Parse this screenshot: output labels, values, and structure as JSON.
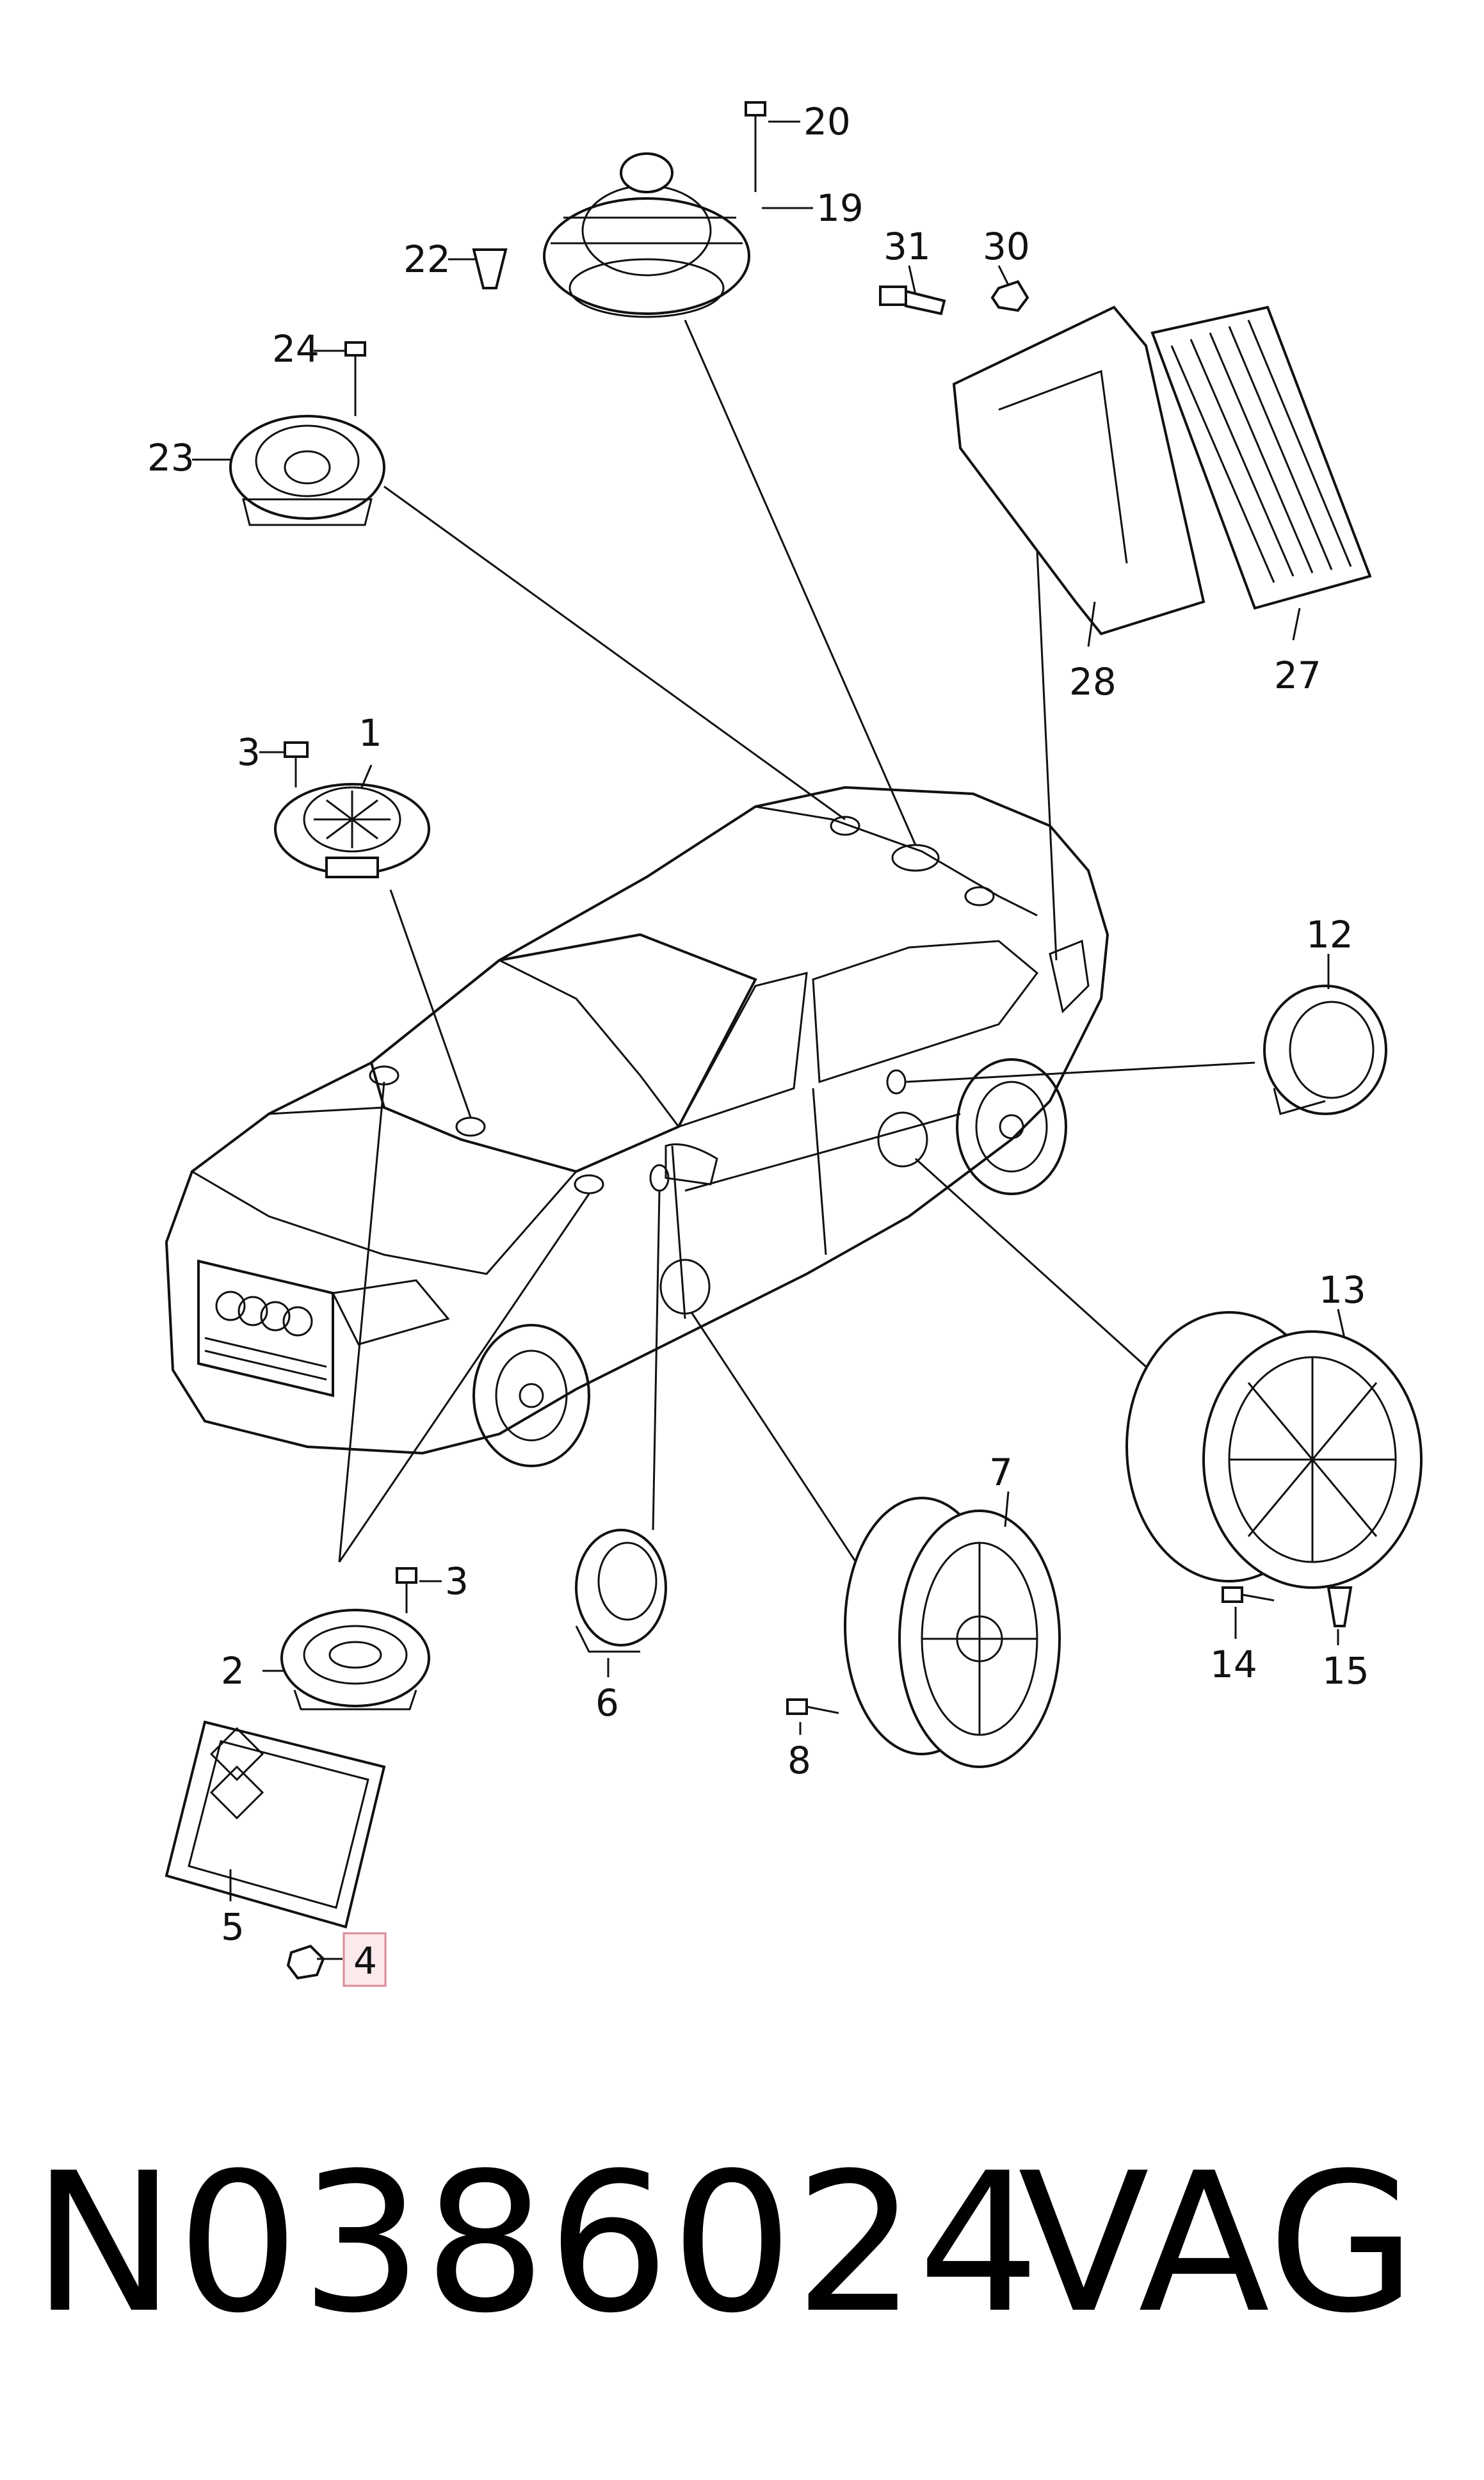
{
  "callouts": {
    "c1": "1",
    "c2": "2",
    "c3a": "3",
    "c3b": "3",
    "c4": "4",
    "c5": "5",
    "c6": "6",
    "c7": "7",
    "c8": "8",
    "c12": "12",
    "c13": "13",
    "c14": "14",
    "c15": "15",
    "c19": "19",
    "c20": "20",
    "c22": "22",
    "c23": "23",
    "c24": "24",
    "c27": "27",
    "c28": "28",
    "c30": "30",
    "c31": "31"
  },
  "highlighted_part": "4",
  "highlight_color": "#e8a0a8",
  "footer": {
    "part_number": "N0386024",
    "brand": "VAG"
  }
}
